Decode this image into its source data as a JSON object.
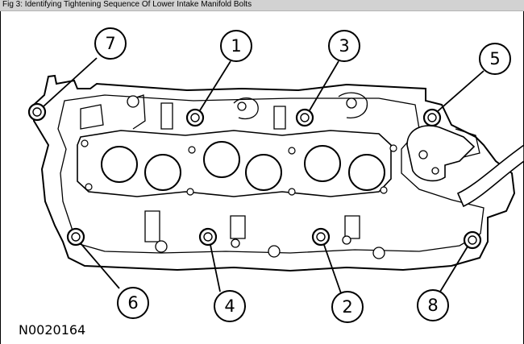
{
  "caption": "Fig 3: Identifying Tightening Sequence Of Lower Intake Manifold Bolts",
  "figure_id": "N0020164",
  "callouts": [
    "7",
    "1",
    "3",
    "5",
    "6",
    "4",
    "2",
    "8"
  ],
  "bolt_count": 8
}
